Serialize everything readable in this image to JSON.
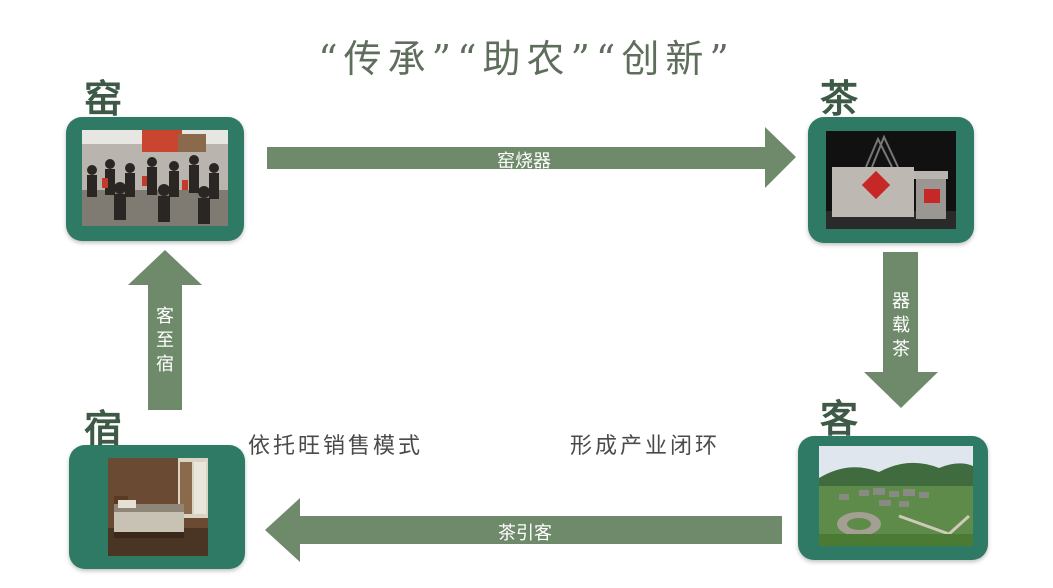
{
  "title": "“传承”“助农”“创新”",
  "nodes": {
    "kiln": {
      "label": "窑"
    },
    "tea": {
      "label": "茶"
    },
    "guest": {
      "label": "客"
    },
    "stay": {
      "label": "宿"
    }
  },
  "arrows": {
    "top": "窑烧器",
    "right": "器载茶",
    "bottom": "茶引客",
    "left": "客至宿"
  },
  "captions": {
    "left": "依托旺销售模式",
    "right": "形成产业闭环"
  },
  "colors": {
    "frame": "#2e7a64",
    "arrow": "#6e8a6a",
    "label": "#3e5a47"
  }
}
